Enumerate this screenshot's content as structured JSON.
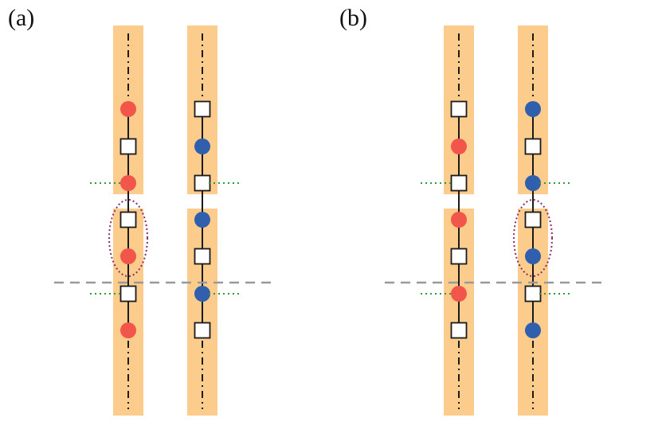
{
  "panels": [
    {
      "label": "(a)",
      "left_chain": {
        "top": [
          "circle-red",
          "square",
          "circle-red"
        ],
        "bottom": [
          "square",
          "circle-red",
          "square",
          "circle-red"
        ]
      },
      "right_chain": {
        "top": [
          "square",
          "circle-blue",
          "square"
        ],
        "bottom": [
          "circle-blue",
          "square",
          "circle-blue",
          "square"
        ]
      },
      "highlighted_pair": "left"
    },
    {
      "label": "(b)",
      "left_chain": {
        "top": [
          "square",
          "circle-red",
          "square"
        ],
        "bottom": [
          "circle-red",
          "square",
          "circle-red",
          "square"
        ]
      },
      "right_chain": {
        "top": [
          "circle-blue",
          "square",
          "circle-blue"
        ],
        "bottom": [
          "square",
          "circle-blue",
          "square",
          "circle-blue"
        ]
      },
      "highlighted_pair": "right"
    }
  ],
  "colors": {
    "band": "#fbcc8c",
    "red_site": "#f2554a",
    "blue_site": "#2f5fad",
    "square_fill": "#ffffff",
    "bond": "#1a1a1a",
    "cut_line": "#999999",
    "boundary_mark": "#2e9a3a",
    "unit_cell_ellipse": "#8b2a6e"
  }
}
